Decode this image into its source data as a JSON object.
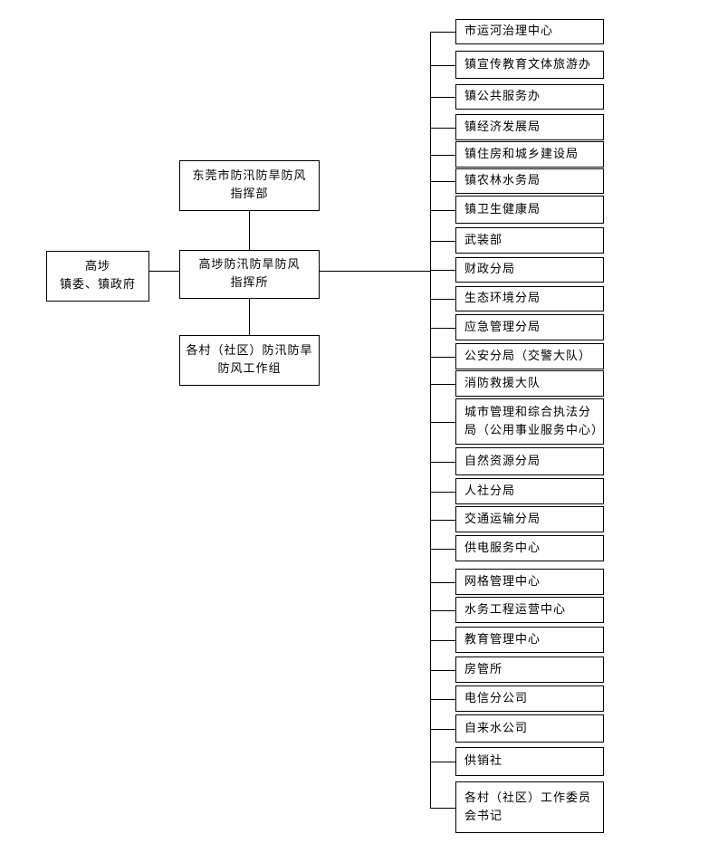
{
  "left_box": {
    "line1": "高埗",
    "line2": "镇委、镇政府"
  },
  "top_box": {
    "line1": "东莞市防汛防旱防风",
    "line2": "指挥部"
  },
  "center_box": {
    "line1": "高埗防汛防旱防风",
    "line2": "指挥所"
  },
  "bottom_box": {
    "line1": "各村（社区）防汛防旱",
    "line2": "防风工作组"
  },
  "departments": [
    {
      "line1": "市运河治理中心"
    },
    {
      "line1": "镇宣传教育文体旅游办"
    },
    {
      "line1": "镇公共服务办"
    },
    {
      "line1": "镇经济发展局"
    },
    {
      "line1": "镇住房和城乡建设局"
    },
    {
      "line1": "镇农林水务局"
    },
    {
      "line1": "镇卫生健康局"
    },
    {
      "line1": "武装部"
    },
    {
      "line1": "财政分局"
    },
    {
      "line1": "生态环境分局"
    },
    {
      "line1": "应急管理分局"
    },
    {
      "line1": "公安分局（交警大队）"
    },
    {
      "line1": "消防救援大队"
    },
    {
      "line1": "城市管理和综合执法分",
      "line2": "局（公用事业服务中心）"
    },
    {
      "line1": "自然资源分局"
    },
    {
      "line1": "人社分局"
    },
    {
      "line1": "交通运输分局"
    },
    {
      "line1": "供电服务中心"
    },
    {
      "line1": "网格管理中心"
    },
    {
      "line1": "水务工程运营中心"
    },
    {
      "line1": "教育管理中心"
    },
    {
      "line1": "房管所"
    },
    {
      "line1": "电信分公司"
    },
    {
      "line1": "自来水公司"
    },
    {
      "line1": "供销社"
    },
    {
      "line1": "各村（社区）工作委员",
      "line2": "会书记"
    }
  ]
}
